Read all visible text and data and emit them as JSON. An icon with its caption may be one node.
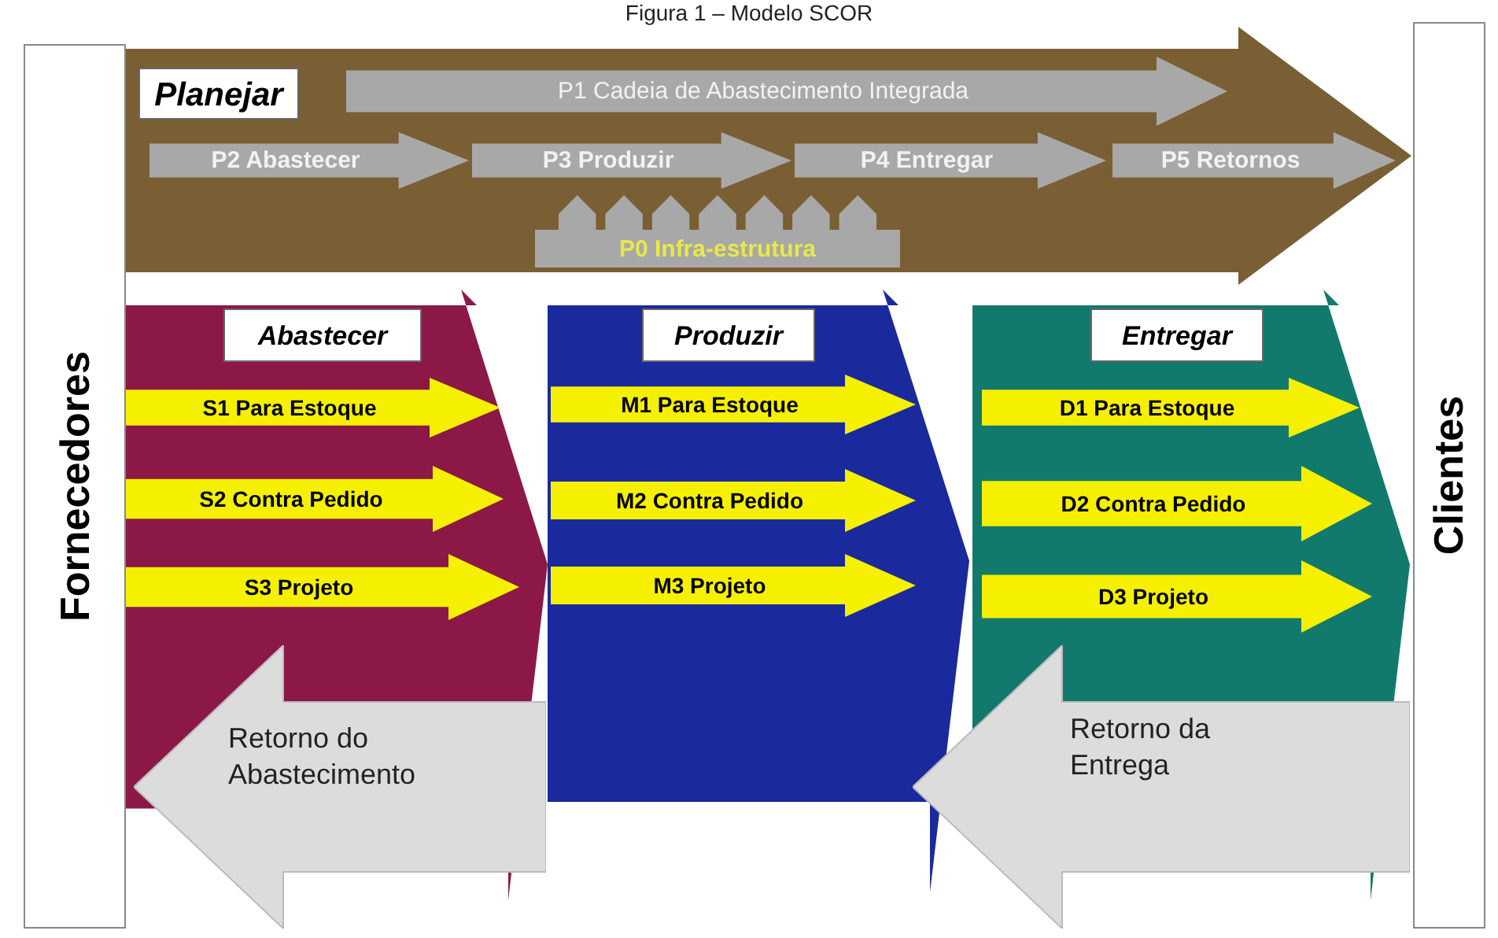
{
  "diagram": {
    "title": "Figura 1 – Modelo SCOR",
    "nodes": [
      {
        "text": [
          "Fornecedores"
        ]
      },
      {
        "text": [
          "Planejar"
        ]
      },
      {
        "text": [
          "P1  Cadeia de Abastecimento Integrada"
        ],
        "in": 1
      },
      {
        "text": [
          "P2  Abastecer"
        ],
        "in": 1
      },
      {
        "text": [
          "P3  Produzir"
        ],
        "in": 1
      },
      {
        "text": [
          "P4  Entregar"
        ],
        "in": 1
      },
      {
        "text": [
          "P5  Retornos"
        ],
        "in": 1
      },
      {
        "text": [
          "P0  Infra-estrutura"
        ],
        "in": 1
      },
      {
        "text": [
          "Abastecer"
        ]
      },
      {
        "text": [
          "S1  Para Estoque"
        ],
        "in": 8
      },
      {
        "text": [
          "S2  Contra Pedido"
        ],
        "in": 8
      },
      {
        "text": [
          "S3  Projeto"
        ],
        "in": 8
      },
      {
        "text": [
          "Produzir"
        ]
      },
      {
        "text": [
          "M1  Para Estoque"
        ],
        "in": 12
      },
      {
        "text": [
          "M2  Contra Pedido"
        ],
        "in": 12
      },
      {
        "text": [
          "M3  Projeto"
        ],
        "in": 12
      },
      {
        "text": [
          "Entregar"
        ]
      },
      {
        "text": [
          "D1  Para Estoque"
        ],
        "in": 16
      },
      {
        "text": [
          "D2  Contra Pedido"
        ],
        "in": 16
      },
      {
        "text": [
          "D3 Projeto"
        ],
        "in": 16
      },
      {
        "text": [
          "Retorno do Abastecimento"
        ]
      },
      {
        "text": [
          "Retorno da Entrega"
        ]
      },
      {
        "text": [
          "Clientes"
        ]
      }
    ]
  }
}
